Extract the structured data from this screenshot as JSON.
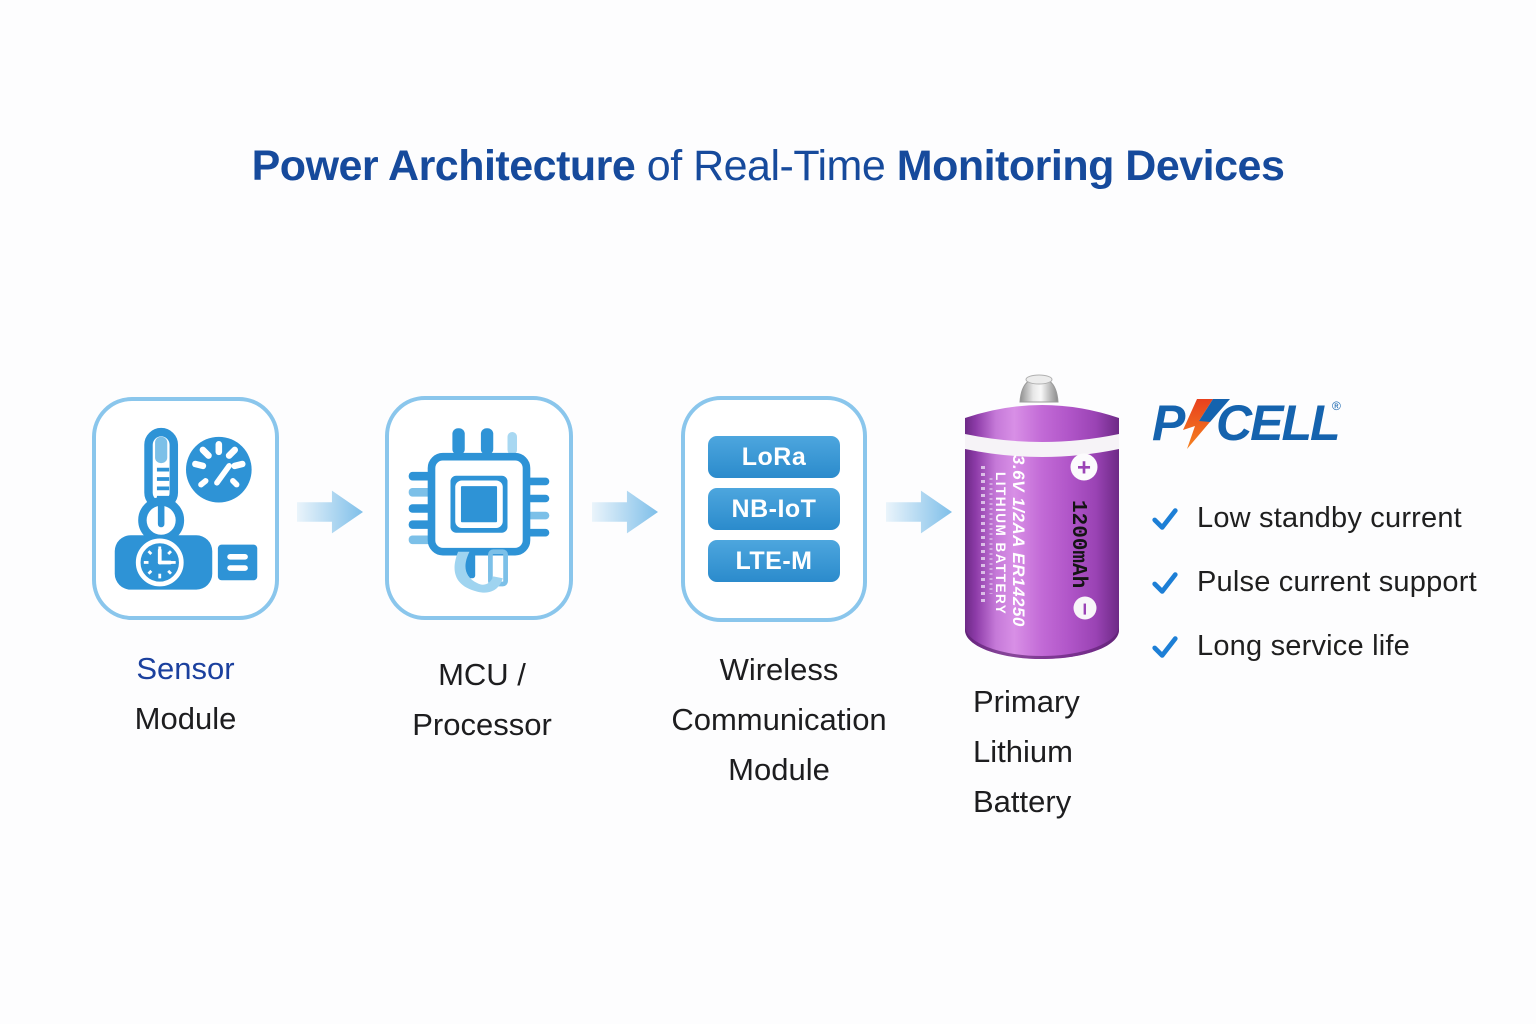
{
  "title": {
    "bold1": "Power Architecture",
    "regular": " of Real-Time ",
    "bold2": "Monitoring Devices"
  },
  "cards": {
    "sensor": {
      "label_line1": "Sensor",
      "label_line2": "Module"
    },
    "mcu": {
      "label_line1": "MCU /",
      "label_line2": "Processor"
    },
    "wireless": {
      "label_line1": "Wireless",
      "label_line2": "Communication",
      "label_line3": "Module",
      "pill1": "LoRa",
      "pill2": "NB-IoT",
      "pill3": "LTE-M"
    },
    "battery": {
      "label_line1": "Primary",
      "label_line2": "Lithium",
      "label_line3": "Battery",
      "print_model": "3.6V 1/2AA ER14250",
      "print_type": "LITHIUM BATTERY",
      "print_capacity": "1200mAh",
      "print_plus": "+",
      "print_minus": "−"
    }
  },
  "brand": {
    "p": "P",
    "cell": "CELL",
    "registered": "®"
  },
  "features": {
    "item1": "Low standby current",
    "item2": "Pulse current support",
    "item3": "Long service life"
  },
  "colors": {
    "title_blue": "#164a9c",
    "icon_blue": "#2e93d6",
    "card_border_blue": "#8ac6ec",
    "check_blue": "#1d7fd6",
    "sensor_label_blue": "#1b409e",
    "brand_blue": "#1563ae",
    "brand_orange": "#f05a28",
    "battery_purple": "#a84fc0"
  }
}
